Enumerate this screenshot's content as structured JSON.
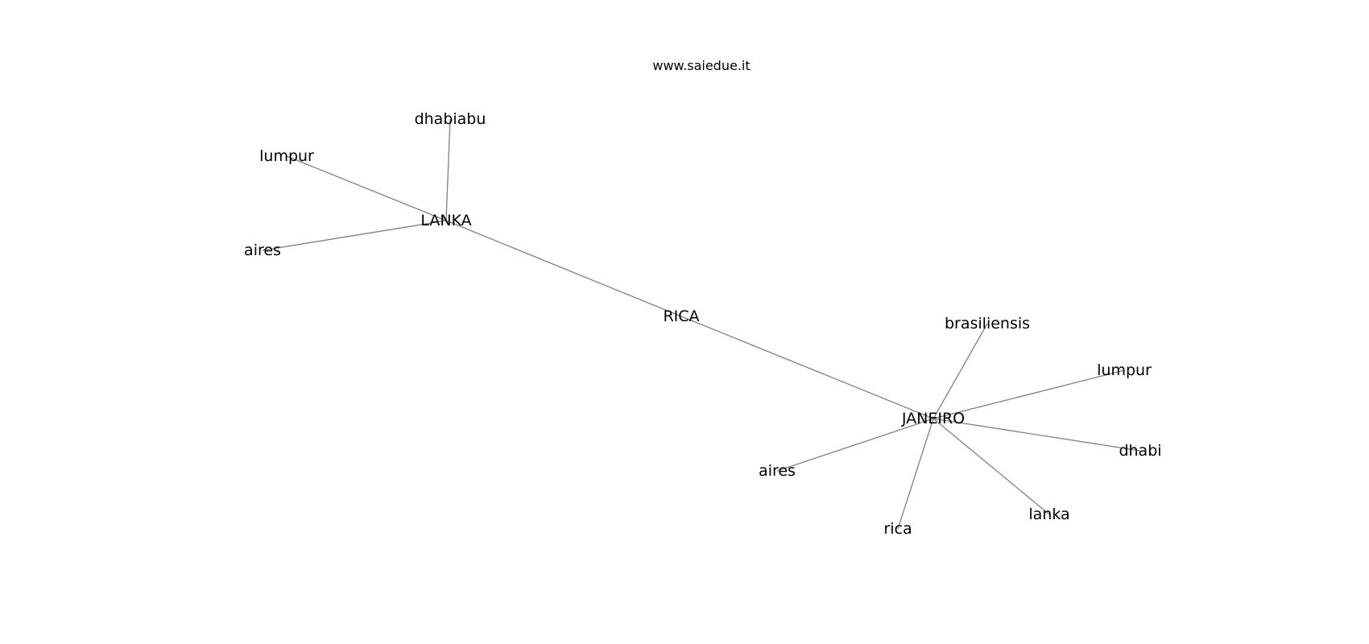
{
  "source_text": "www.saiedue.it",
  "diagram": {
    "type": "network-graph",
    "edge_color": "#808080",
    "nodes": [
      {
        "id": "rica_hub",
        "label": "RICA"
      },
      {
        "id": "lanka_hub",
        "label": "LANKA"
      },
      {
        "id": "janeiro_hub",
        "label": "JANEIRO"
      },
      {
        "id": "dhabiabu",
        "label": "dhabiabu"
      },
      {
        "id": "lumpur_1",
        "label": "lumpur"
      },
      {
        "id": "aires_1",
        "label": "aires"
      },
      {
        "id": "brasiliensis",
        "label": "brasiliensis"
      },
      {
        "id": "lumpur_2",
        "label": "lumpur"
      },
      {
        "id": "dhabi",
        "label": "dhabi"
      },
      {
        "id": "aires_2",
        "label": "aires"
      },
      {
        "id": "lanka",
        "label": "lanka"
      },
      {
        "id": "rica",
        "label": "rica"
      }
    ],
    "edges": [
      {
        "from": "rica_hub",
        "to": "lanka_hub"
      },
      {
        "from": "rica_hub",
        "to": "janeiro_hub"
      },
      {
        "from": "lanka_hub",
        "to": "dhabiabu"
      },
      {
        "from": "lanka_hub",
        "to": "lumpur_1"
      },
      {
        "from": "lanka_hub",
        "to": "aires_1"
      },
      {
        "from": "janeiro_hub",
        "to": "brasiliensis"
      },
      {
        "from": "janeiro_hub",
        "to": "lumpur_2"
      },
      {
        "from": "janeiro_hub",
        "to": "dhabi"
      },
      {
        "from": "janeiro_hub",
        "to": "aires_2"
      },
      {
        "from": "janeiro_hub",
        "to": "lanka"
      },
      {
        "from": "janeiro_hub",
        "to": "rica"
      }
    ]
  }
}
